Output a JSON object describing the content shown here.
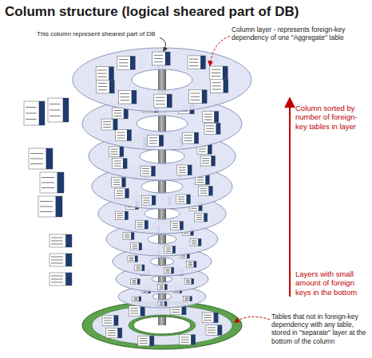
{
  "diagram": {
    "title": "Column structure (logical sheared part of DB)",
    "labels": [
      "This column represent sheared part of DB",
      "Column layer - represents foreign-key dependency of one \"Aggregate\" table",
      "Column sorted by number of foreign-key tables in layer",
      "Layers with small amount of foreign keys in the bottom",
      "Tables that not in foreign-key dependency with any table, stored in \"separate\" layer at the bottom of the column"
    ]
  }
}
